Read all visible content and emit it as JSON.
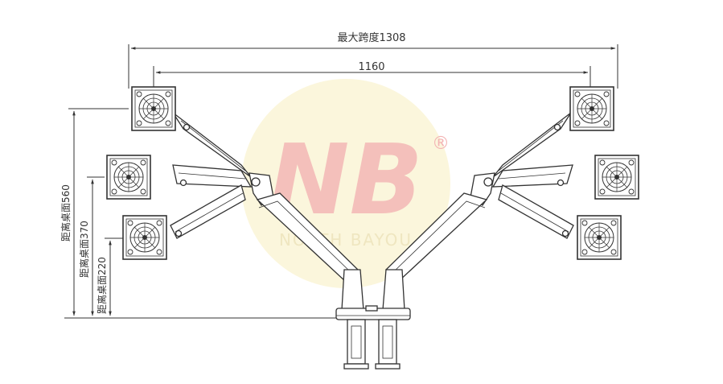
{
  "dimensions": {
    "max_span": "最大跨度1308",
    "inner_span": "1160",
    "height_high": "距离桌面560",
    "height_mid": "距离桌面370",
    "height_low": "距离桌面220"
  },
  "watermark": {
    "logo_letters": "NB",
    "wordmark": "NORTH BAYOU",
    "registered_mark": "®"
  },
  "colors": {
    "line": "#333333",
    "watermark_red": "#f3b3b3",
    "watermark_yellow": "#f7efc0"
  }
}
